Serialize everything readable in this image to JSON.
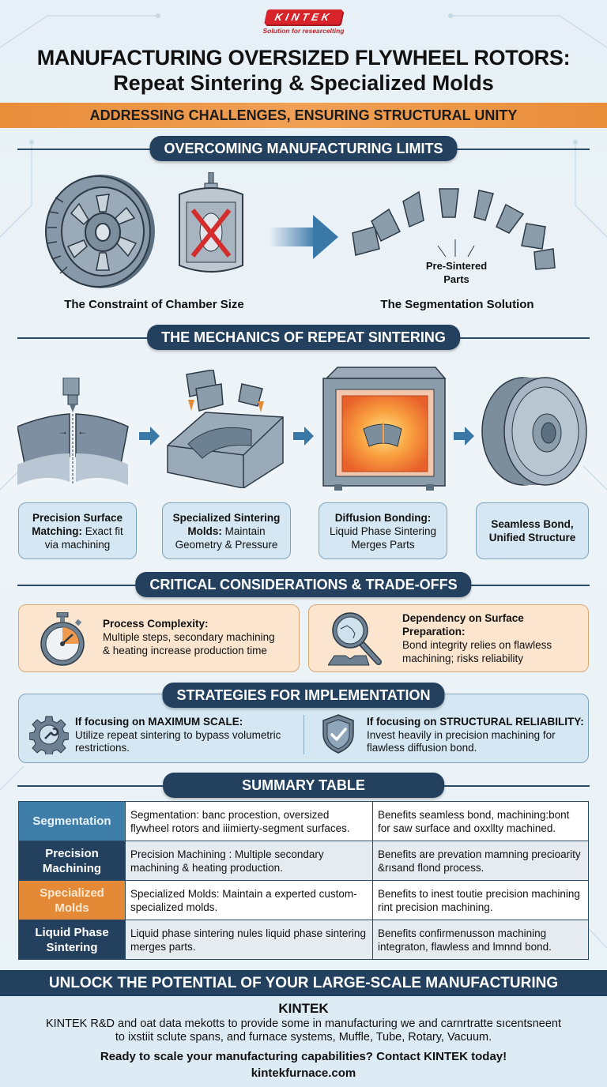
{
  "header": {
    "logo": "KINTEK",
    "logo_tagline": "Solution for researcelting",
    "title_line1": "MANUFACTURING OVERSIZED FLYWHEEL ROTORS:",
    "title_line2": "Repeat Sintering & Specialized Molds",
    "subtitle": "ADDRESSING CHALLENGES, ENSURING STRUCTURAL UNITY"
  },
  "limits": {
    "heading": "OVERCOMING MANUFACTURING LIMITS",
    "left_caption": "The Constraint of Chamber Size",
    "right_caption": "The Segmentation Solution",
    "parts_label_1": "Pre-Sintered",
    "parts_label_2": "Parts",
    "icons": [
      "flywheel-gear-icon",
      "chamber-crossed-icon",
      "arrow-right-icon",
      "segments-arc-icon"
    ]
  },
  "mechanics": {
    "heading": "THE MECHANICS OF REPEAT SINTERING",
    "steps": [
      {
        "bold": "Precision Surface Matching:",
        "text": " Exact fit via machining",
        "icon": "machining-tool-icon"
      },
      {
        "bold": "Specialized Sintering Molds:",
        "text": " Maintain Geometry & Pressure",
        "icon": "mold-icon"
      },
      {
        "bold": "Diffusion Bonding:",
        "text": " Liquid Phase Sintering Merges Parts",
        "icon": "furnace-icon"
      },
      {
        "bold": "Seamless Bond, Unified Structure",
        "text": "",
        "icon": "rotor-icon"
      }
    ]
  },
  "considerations": {
    "heading": "CRITICAL CONSIDERATIONS & TRADE-OFFS",
    "items": [
      {
        "title": "Process Complexity:",
        "line1": "Multiple steps, secondary machining",
        "line2": "& heating increase production time",
        "icon": "stopwatch-icon"
      },
      {
        "title1": "Dependency on Surface",
        "title2": "Preparation:",
        "line1": "Bond integrity relies on flawless",
        "line2": "machining; risks reliability",
        "icon": "magnifier-crack-icon"
      }
    ]
  },
  "strategies": {
    "heading": "STRATEGIES FOR IMPLEMENTATION",
    "items": [
      {
        "title": "If focusing on MAXIMUM SCALE:",
        "line1": "Utilize repeat sintering to bypass volumetric",
        "line2": "restrictions.",
        "icon": "gear-wrench-icon"
      },
      {
        "title": "If focusing on STRUCTURAL RELIABILITY:",
        "line1": "Invest heavily in precision machining for",
        "line2": "flawless diffusion bond.",
        "icon": "shield-check-icon"
      }
    ]
  },
  "summary": {
    "heading": "SUMMARY TABLE",
    "rows": [
      {
        "label": "Segmentation",
        "color": "#3f7ea8",
        "desc": "Segmentation: banc procestion, oversized flywheel rotors and iiimierty-segment surfaces.",
        "benefit": "Benefits seamless bond, machining:bont for saw surface and oxxllty machined."
      },
      {
        "label": "Precision Machining",
        "color": "#23415e",
        "desc": "Precision Machining : Multiple secondary machining & heating production.",
        "benefit": "Benefits are prevation mamning precioarity &rısand flond process."
      },
      {
        "label": "Specialized Molds",
        "color": "#e48a37",
        "desc": "Specialized Molds: Maintain a experted custom-specialized molds.",
        "benefit": "Benefits to inest toutie precision machining rint precision machining."
      },
      {
        "label": "Liquid Phase Sintering",
        "color": "#23415e",
        "desc": "Liquid phase sintering  nules liquid phase sintering merges parts.",
        "benefit": "Benefits confirmenusson machining integraton, flawless and lmnnd bond."
      }
    ]
  },
  "footer": {
    "banner": "UNLOCK THE POTENTIAL OF YOUR LARGE-SCALE MANUFACTURING",
    "brand": "KINTEK",
    "desc_line1": "KINTEK R&D and oat data mekotts to provide some in manufacturing we and carnrtratte sıcentsneent",
    "desc_line2": "to ixstiit sclute spans, and furnace systems, Muffle, Tube, Rotary, Vacuum.",
    "cta": "Ready to scale your manufacturing capabilities? Contact KINTEK today!",
    "url": "kintekfurnace.com"
  },
  "colors": {
    "navy": "#23415e",
    "orange": "#e88d3a",
    "light_blue": "#d4e7f2",
    "peach": "#fbe5cf",
    "brand_red": "#d8232a"
  }
}
